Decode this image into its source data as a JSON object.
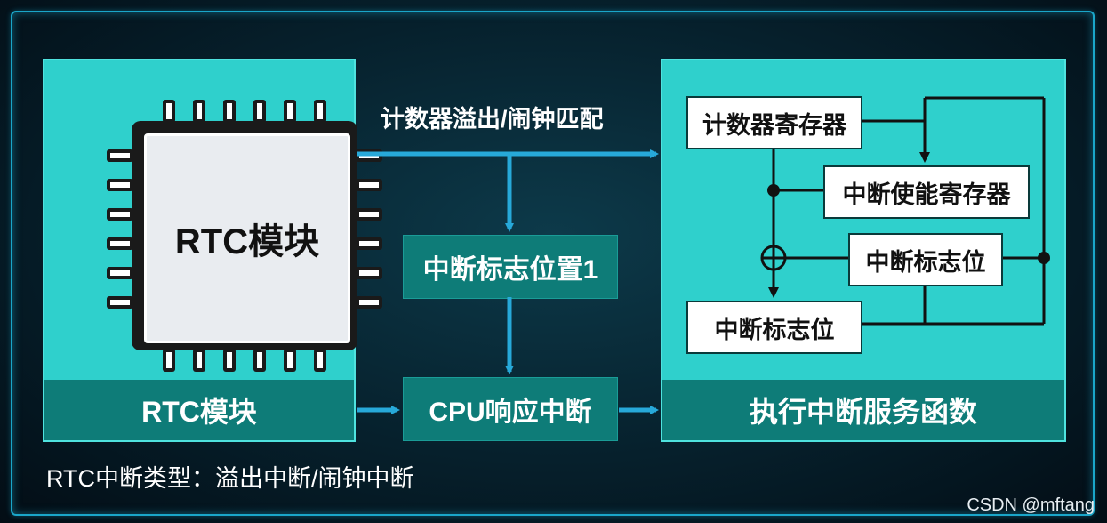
{
  "diagram": {
    "rtc_chip_label": "RTC模块",
    "rtc_footer_label": "RTC模块",
    "arrow_top_label": "计数器溢出/闹钟匹配",
    "flag_set_label": "中断标志位置1",
    "cpu_label": "CPU响应中断",
    "isr_footer_label": "执行中断服务函数",
    "registers": {
      "counter": "计数器寄存器",
      "enable": "中断使能寄存器",
      "flag_right": "中断标志位",
      "flag_bottom": "中断标志位"
    },
    "footnote": "RTC中断类型：溢出中断/闹钟中断",
    "watermark": "CSDN @mftang"
  },
  "colors": {
    "panel": "#2fd0cc",
    "panel_dark": "#0e7c78",
    "arrow": "#27a9d9",
    "frame": "#1aa6c9"
  }
}
